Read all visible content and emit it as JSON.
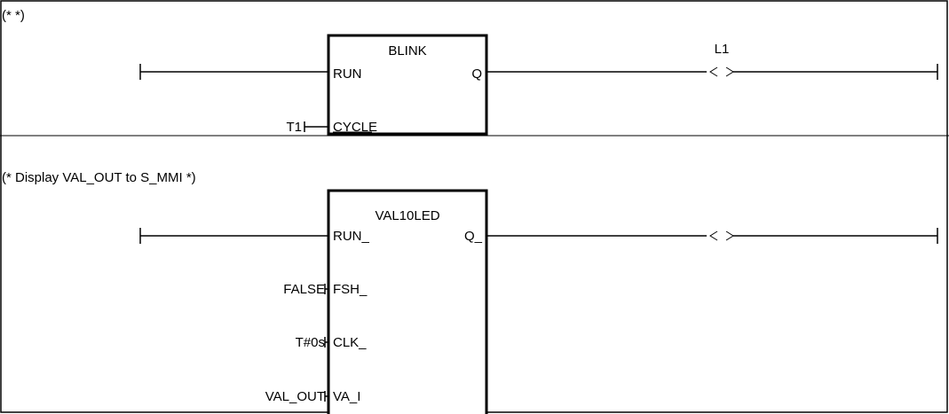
{
  "rungs": [
    {
      "comment": "(* *)",
      "block": {
        "name": "BLINK",
        "inputs": [
          {
            "pin": "RUN",
            "source": ""
          },
          {
            "pin": "CYCLE",
            "source": "T1"
          }
        ],
        "output": "Q"
      },
      "coil": {
        "label": "L1",
        "symbol": "( )"
      }
    },
    {
      "comment": "(* Display VAL_OUT to S_MMI *)",
      "block": {
        "name": "VAL10LED",
        "inputs": [
          {
            "pin": "RUN_",
            "source": ""
          },
          {
            "pin": "FSH_",
            "source": "FALSE"
          },
          {
            "pin": "CLK_",
            "source": "T#0s"
          },
          {
            "pin": "VA_I",
            "source": "VAL_OUT"
          }
        ],
        "output": "Q_"
      },
      "coil": {
        "label": "",
        "symbol": "( )"
      }
    }
  ]
}
